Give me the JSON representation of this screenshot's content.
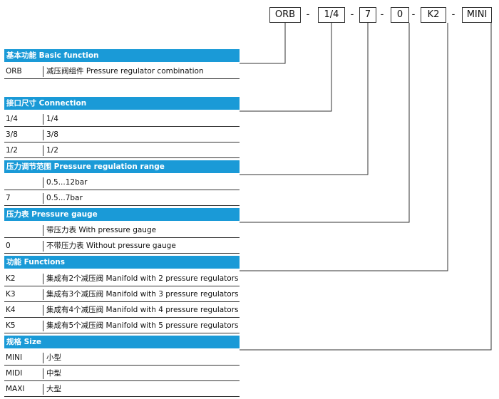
{
  "code_parts": [
    "ORB",
    "1/4",
    "7",
    "0",
    "K2",
    "MINI"
  ],
  "separator": "-",
  "accent_color": "#1a9ad7",
  "sections": [
    {
      "title": "基本功能 Basic function",
      "rows": [
        {
          "code": "ORB",
          "desc": "减压阀组件 Pressure regulator combination"
        }
      ]
    },
    {
      "title": "接口尺寸 Connection",
      "rows": [
        {
          "code": "1/4",
          "desc": "1/4"
        },
        {
          "code": "3/8",
          "desc": "3/8"
        },
        {
          "code": "1/2",
          "desc": "1/2"
        }
      ]
    },
    {
      "title": "压力调节范围 Pressure regulation range",
      "rows": [
        {
          "code": "",
          "desc": "0.5...12bar"
        },
        {
          "code": "7",
          "desc": "0.5...7bar"
        }
      ]
    },
    {
      "title": "压力表 Pressure gauge",
      "rows": [
        {
          "code": "",
          "desc": "带压力表 With pressure gauge"
        },
        {
          "code": "0",
          "desc": "不带压力表 Without pressure gauge"
        }
      ]
    },
    {
      "title": "功能 Functions",
      "rows": [
        {
          "code": "K2",
          "desc": "集成有2个减压阀 Manifold with 2 pressure regulators"
        },
        {
          "code": "K3",
          "desc": "集成有3个减压阀 Manifold with 3 pressure regulators"
        },
        {
          "code": "K4",
          "desc": "集成有4个减压阀 Manifold with 4 pressure regulators"
        },
        {
          "code": "K5",
          "desc": "集成有5个减压阀 Manifold with 5 pressure regulators"
        }
      ]
    },
    {
      "title": "规格 Size",
      "rows": [
        {
          "code": "MINI",
          "desc": "小型"
        },
        {
          "code": "MIDI",
          "desc": "中型"
        },
        {
          "code": "MAXI",
          "desc": "大型"
        }
      ]
    }
  ]
}
